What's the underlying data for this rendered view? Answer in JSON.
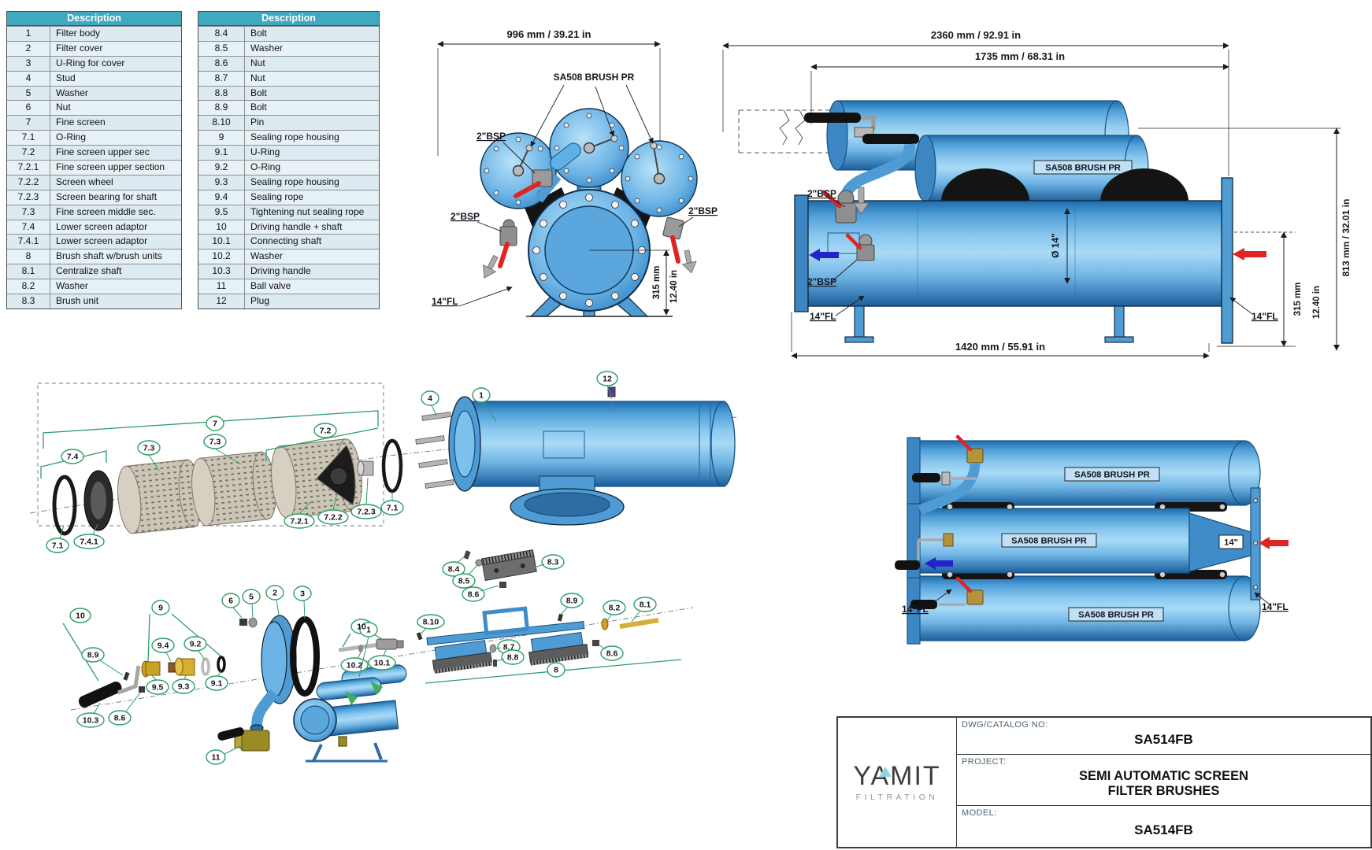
{
  "tables": {
    "left": {
      "header": "Description",
      "rows": [
        {
          "n": "1",
          "d": "Filter body"
        },
        {
          "n": "2",
          "d": "Filter cover"
        },
        {
          "n": "3",
          "d": "U-Ring for cover"
        },
        {
          "n": "4",
          "d": "Stud"
        },
        {
          "n": "5",
          "d": "Washer"
        },
        {
          "n": "6",
          "d": "Nut"
        },
        {
          "n": "7",
          "d": "Fine screen"
        },
        {
          "n": "7.1",
          "d": "O-Ring"
        },
        {
          "n": "7.2",
          "d": "Fine screen upper sec"
        },
        {
          "n": "7.2.1",
          "d": "Fine screen upper section"
        },
        {
          "n": "7.2.2",
          "d": "Screen wheel"
        },
        {
          "n": "7.2.3",
          "d": "Screen bearing for shaft"
        },
        {
          "n": "7.3",
          "d": "Fine screen middle sec."
        },
        {
          "n": "7.4",
          "d": "Lower screen adaptor"
        },
        {
          "n": "7.4.1",
          "d": "Lower screen adaptor"
        },
        {
          "n": "8",
          "d": "Brush shaft w/brush units"
        },
        {
          "n": "8.1",
          "d": "Centralize shaft"
        },
        {
          "n": "8.2",
          "d": "Washer"
        },
        {
          "n": "8.3",
          "d": "Brush unit"
        }
      ]
    },
    "right": {
      "header": "Description",
      "rows": [
        {
          "n": "8.4",
          "d": "Bolt"
        },
        {
          "n": "8.5",
          "d": "Washer"
        },
        {
          "n": "8.6",
          "d": "Nut"
        },
        {
          "n": "8.7",
          "d": "Nut"
        },
        {
          "n": "8.8",
          "d": "Bolt"
        },
        {
          "n": "8.9",
          "d": "Bolt"
        },
        {
          "n": "8.10",
          "d": "Pin"
        },
        {
          "n": "9",
          "d": "Sealing rope housing"
        },
        {
          "n": "9.1",
          "d": "U-Ring"
        },
        {
          "n": "9.2",
          "d": "O-Ring"
        },
        {
          "n": "9.3",
          "d": "Sealing rope housing"
        },
        {
          "n": "9.4",
          "d": "Sealing rope"
        },
        {
          "n": "9.5",
          "d": "Tightening nut sealing rope"
        },
        {
          "n": "10",
          "d": "Driving handle + shaft"
        },
        {
          "n": "10.1",
          "d": "Connecting shaft"
        },
        {
          "n": "10.2",
          "d": "Washer"
        },
        {
          "n": "10.3",
          "d": "Driving handle"
        },
        {
          "n": "11",
          "d": "Ball valve"
        },
        {
          "n": "12",
          "d": "Plug"
        }
      ]
    }
  },
  "front_view": {
    "dim_width": "996 mm / 39.21 in",
    "brush_label": "SA508 BRUSH PR",
    "bsp_top": "2\"BSP",
    "bsp_left": "2\"BSP",
    "bsp_right": "2\"BSP",
    "flange_label": "14\"FL",
    "dim_height_mm": "315 mm",
    "dim_height_in": "12.40 in"
  },
  "side_view": {
    "dim_total": "2360 mm / 92.91 in",
    "dim_inner": "1735 mm / 68.31 in",
    "dim_height": "813 mm / 32.01 in",
    "dim_outlet_mm": "315 mm",
    "dim_outlet_in": "12.40 in",
    "dim_base": "1420 mm / 55.91 in",
    "dim_diameter": "Ø 14\"",
    "brush_label": "SA508 BRUSH PR",
    "bsp_upper": "2\"BSP",
    "bsp_lower": "2\"BSP",
    "flange_left": "14\"FL",
    "flange_right": "14\"FL"
  },
  "rear_view": {
    "brush_label_top": "SA508 BRUSH PR",
    "brush_label_mid": "SA508 BRUSH PR",
    "brush_label_bottom": "SA508 BRUSH PR",
    "outlet_size": "14\"",
    "flange_left": "14\"FL",
    "flange_right": "14\"FL"
  },
  "exploded_view": {
    "callouts": [
      "7.4",
      "7",
      "7.2",
      "7.3",
      "7.3",
      "7.2.1",
      "7.2.2",
      "7.2.3",
      "7.1",
      "7.1",
      "7.4.1",
      "4",
      "1",
      "12",
      "10",
      "8.9",
      "9",
      "9.4",
      "9.2",
      "9.5",
      "9.3",
      "9.1",
      "6",
      "5",
      "2",
      "3",
      "10.3",
      "8.6",
      "11",
      "10",
      "10.2",
      "10.1",
      "8.4",
      "8.5",
      "8.6",
      "8.3",
      "8.10",
      "8.7",
      "8.8",
      "8.9",
      "8.2",
      "8.1",
      "8.6",
      "8",
      "1"
    ]
  },
  "title_block": {
    "brand": "YAMIT",
    "brand_sub": "FILTRATION",
    "dwg_label": "DWG/CATALOG NO:",
    "dwg_value": "SA514FB",
    "project_label": "PROJECT:",
    "project_line1": "SEMI AUTOMATIC SCREEN",
    "project_line2": "FILTER BRUSHES",
    "model_label": "MODEL:",
    "model_value": "SA514FB"
  },
  "colors": {
    "table_header_teal": "#3fa9c0",
    "drawing_blue": "#4f9cd4",
    "callout_green": "#2f9e63",
    "arrow_red": "#e02424",
    "arrow_blue": "#2323cc",
    "screen_gray": "#cbc5b6"
  }
}
